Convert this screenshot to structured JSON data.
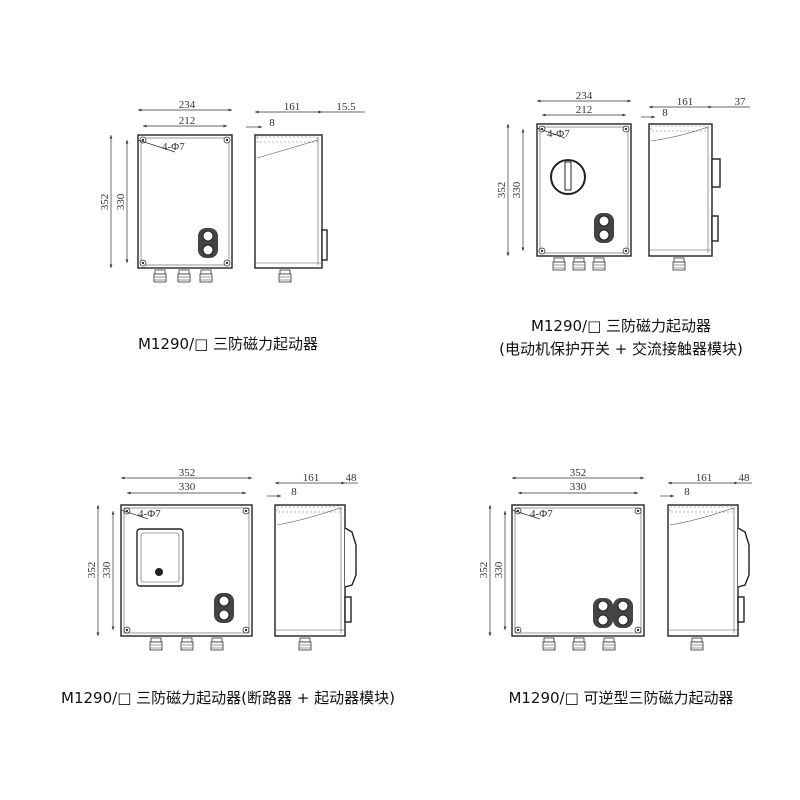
{
  "panels": [
    {
      "captions": [
        "M1290/□ 三防磁力起动器"
      ],
      "dims": {
        "outer_w": "234",
        "inner_w": "212",
        "depth": "161",
        "ext": "15.5",
        "flange": "8",
        "outer_h": "352",
        "inner_h": "330",
        "holes": "4-Φ7"
      }
    },
    {
      "captions": [
        "M1290/□ 三防磁力起动器",
        "(电动机保护开关 + 交流接触器模块)"
      ],
      "dims": {
        "outer_w": "234",
        "inner_w": "212",
        "depth": "161",
        "ext": "37",
        "flange": "8",
        "outer_h": "352",
        "inner_h": "330",
        "holes": "4-Φ7"
      }
    },
    {
      "captions": [
        "M1290/□ 三防磁力起动器(断路器 + 起动器模块)"
      ],
      "dims": {
        "outer_w": "352",
        "inner_w": "330",
        "depth": "161",
        "ext": "48",
        "flange": "8",
        "outer_h": "352",
        "inner_h": "330",
        "holes": "4-Φ7"
      }
    },
    {
      "captions": [
        "M1290/□ 可逆型三防磁力起动器"
      ],
      "dims": {
        "outer_w": "352",
        "inner_w": "330",
        "depth": "161",
        "ext": "48",
        "flange": "8",
        "outer_h": "352",
        "inner_h": "330",
        "holes": "4-Φ7"
      }
    }
  ]
}
